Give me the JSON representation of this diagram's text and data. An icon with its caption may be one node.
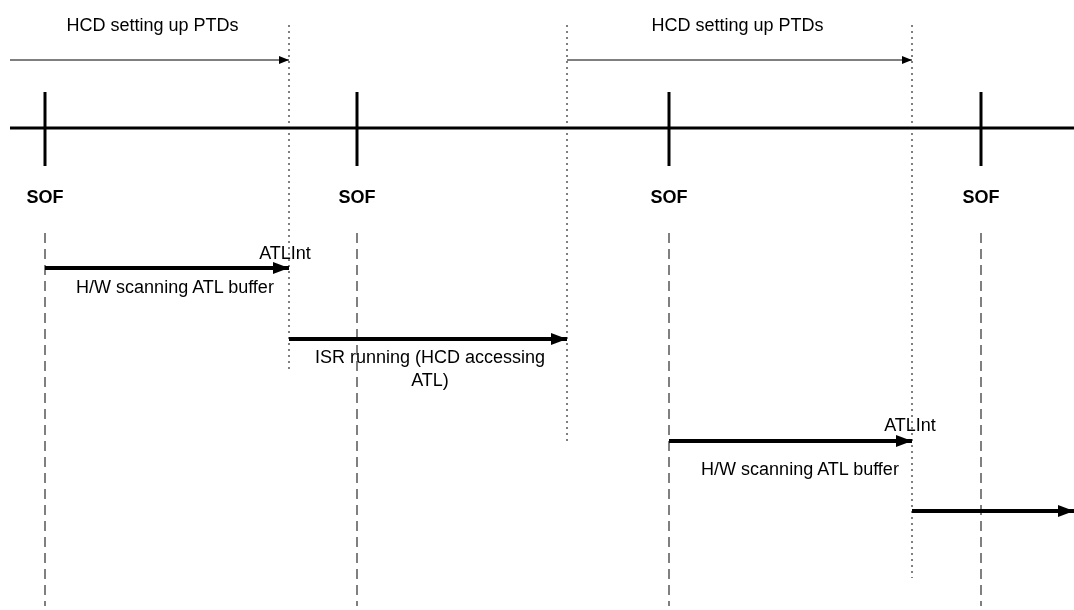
{
  "diagram": {
    "labels": [
      "HCD setting up PTDs",
      "HCD setting up PTDs",
      "SOF",
      "SOF",
      "SOF",
      "SOF",
      "ATLInt",
      "H/W scanning ATL buffer",
      "ISR running (HCD accessing ATL)",
      "ATLInt",
      "H/W scanning ATL buffer"
    ]
  }
}
